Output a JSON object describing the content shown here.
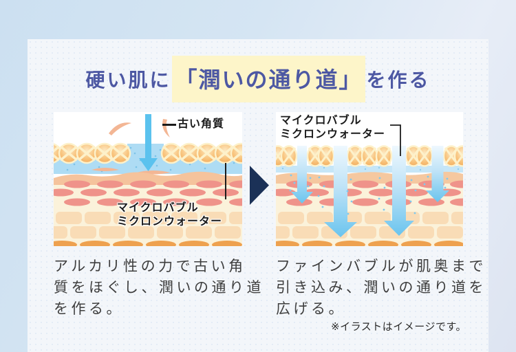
{
  "title": {
    "prefix": "硬い肌に",
    "highlight": "「潤いの通り道」",
    "suffix": "を作る"
  },
  "diagram": {
    "before": {
      "keratin_label": "古い角質",
      "bubble_label_line1": "マイクロバブル",
      "bubble_label_line2": "ミクロンウォーター",
      "caption": [
        "アルカリ性の力で古い角",
        "質をほぐし、潤いの通り道",
        "を作る。"
      ]
    },
    "after": {
      "bubble_label_line1": "マイクロバブル",
      "bubble_label_line2": "ミクロンウォーター",
      "caption": [
        "ファインバブルが肌奥まで",
        "引き込み、潤いの通り道を",
        "広げる。"
      ]
    }
  },
  "note": "※イラストはイメージです。",
  "icons": {
    "transition_arrow": "right-pointing-triangle",
    "penetration_arrow": "down-arrow"
  },
  "colors": {
    "title_text": "#4d58a3",
    "highlight_bg": "#fdf5c9",
    "card_bg": "#f3f6fa",
    "transition_arrow": "#1b3157",
    "water_arrow": "#5bc2ee",
    "caption_text": "#3e3e3e"
  }
}
